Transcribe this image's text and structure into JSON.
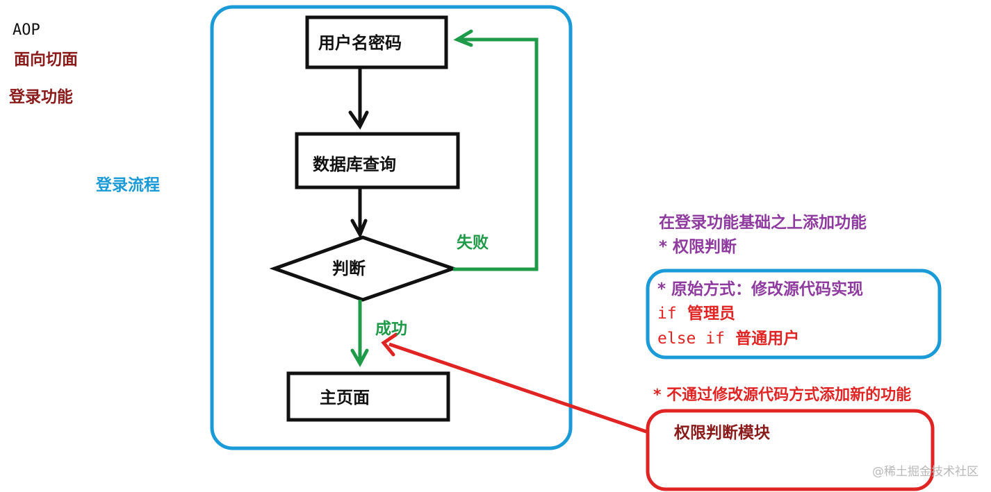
{
  "left_labels": {
    "aop": "AOP",
    "aspect": "面向切面",
    "login_feature": "登录功能",
    "login_flow": "登录流程"
  },
  "flow": {
    "username_password": "用户名密码",
    "db_query": "数据库查询",
    "judge": "判断",
    "main_page": "主页面",
    "fail": "失败",
    "success": "成功"
  },
  "right_notes": {
    "title": "在登录功能基础之上添加功能",
    "bullet_permission": "* 权限判断",
    "box1_line1": "* 原始方式：修改源代码实现",
    "box1_line2_code": "if",
    "box1_line2_text": "管理员",
    "box1_line3_code": "else if",
    "box1_line3_text": "普通用户",
    "bullet_no_modify": "* 不通过修改源代码方式添加新的功能",
    "box2_text": "权限判断模块"
  },
  "watermark": "@稀土掘金技术社区",
  "colors": {
    "blue_frame": "#1a9ad6",
    "green_arrow": "#1f9a48",
    "red": "#e02424",
    "black": "#111111",
    "purple": "#8e3a9e",
    "dark_red": "#8b1a1a"
  }
}
